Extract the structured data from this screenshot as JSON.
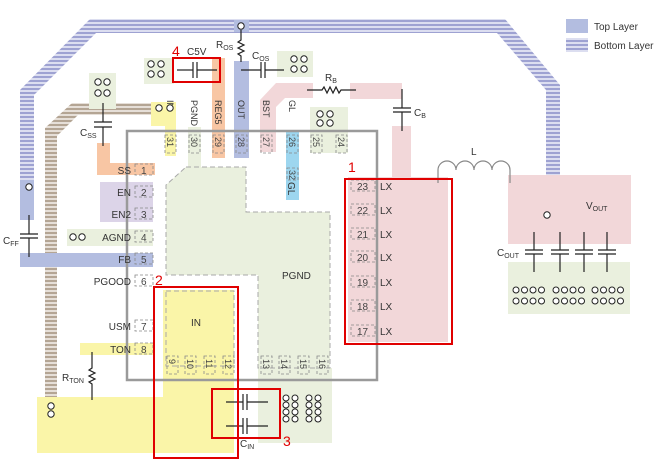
{
  "title": "PCB layout guideline diagram",
  "legend": {
    "top_layer": "Top Layer",
    "bottom_layer": "Bottom Layer"
  },
  "colors": {
    "top_layer": "#b3bde0",
    "bottom_stripe": "#9c9fd0",
    "bottom_stripe_bg": "#dadbef",
    "bottom_brown": "#a8998a",
    "lx_pink": "#f2d7d9",
    "pgnd_green": "#eaf0de",
    "in_yellow": "#faf5a8",
    "ss_orange": "#f8c6a4",
    "en_purple": "#dcd4e8",
    "gl_cyan": "#9dd6ef",
    "callout_red": "#e00000",
    "ic_outline": "#9a9a9a"
  },
  "components": {
    "c5v": "C5V",
    "ros": "R",
    "ros_sub": "OS",
    "cos": "C",
    "cos_sub": "OS",
    "rb": "R",
    "rb_sub": "B",
    "cb": "C",
    "cb_sub": "B",
    "css": "C",
    "css_sub": "SS",
    "cff": "C",
    "cff_sub": "FF",
    "rton": "R",
    "rton_sub": "TON",
    "cin": "C",
    "cin_sub": "IN",
    "cout": "C",
    "cout_sub": "OUT",
    "inductor": "L",
    "vout": "V",
    "vout_sub": "OUT"
  },
  "pads": {
    "center_pgnd": "PGND",
    "center_in": "IN"
  },
  "left_pins": [
    {
      "num": "1",
      "name": "SS"
    },
    {
      "num": "2",
      "name": "EN"
    },
    {
      "num": "3",
      "name": "EN2"
    },
    {
      "num": "4",
      "name": "AGND"
    },
    {
      "num": "5",
      "name": "FB"
    },
    {
      "num": "6",
      "name": "PGOOD"
    },
    {
      "num": "7",
      "name": "USM"
    },
    {
      "num": "8",
      "name": "TON"
    }
  ],
  "top_pins": [
    {
      "num": "31",
      "name": "IN"
    },
    {
      "num": "30",
      "name": "PGND"
    },
    {
      "num": "29",
      "name": "REG5"
    },
    {
      "num": "28",
      "name": "OUT"
    },
    {
      "num": "27",
      "name": "BST"
    },
    {
      "num": "26",
      "name": "GL"
    },
    {
      "num": "25",
      "name": ""
    },
    {
      "num": "24",
      "name": ""
    }
  ],
  "gl_pin": {
    "num": "32",
    "name": "GL"
  },
  "right_pins": [
    {
      "num": "23",
      "name": "LX"
    },
    {
      "num": "22",
      "name": "LX"
    },
    {
      "num": "21",
      "name": "LX"
    },
    {
      "num": "20",
      "name": "LX"
    },
    {
      "num": "19",
      "name": "LX"
    },
    {
      "num": "18",
      "name": "LX"
    },
    {
      "num": "17",
      "name": "LX"
    }
  ],
  "bottom_pins": [
    {
      "num": "9"
    },
    {
      "num": "10"
    },
    {
      "num": "11"
    },
    {
      "num": "12"
    },
    {
      "num": "13"
    },
    {
      "num": "14"
    },
    {
      "num": "15"
    },
    {
      "num": "16"
    }
  ],
  "callouts": [
    "1",
    "2",
    "3",
    "4"
  ]
}
